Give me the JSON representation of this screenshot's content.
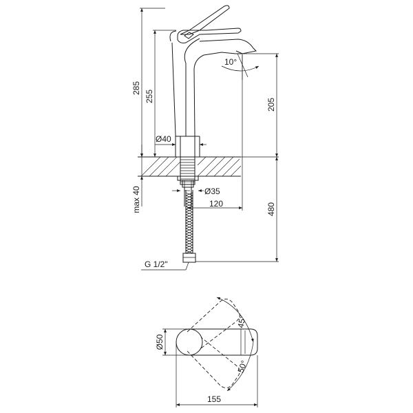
{
  "side_view": {
    "dim_total_height": "285",
    "dim_body_height": "255",
    "dim_spout_height": "205",
    "dim_body_diameter": "Ø40",
    "dim_mount_diameter": "Ø35",
    "dim_spout_reach": "120",
    "dim_hose_length": "480",
    "dim_max_thickness": "max 40",
    "dim_connection": "G 1/2\"",
    "dim_spout_angle": "10°"
  },
  "top_view": {
    "dim_base_diameter": "Ø50",
    "dim_length": "155",
    "dim_angle_left": "45°",
    "dim_angle_right": "50°"
  }
}
